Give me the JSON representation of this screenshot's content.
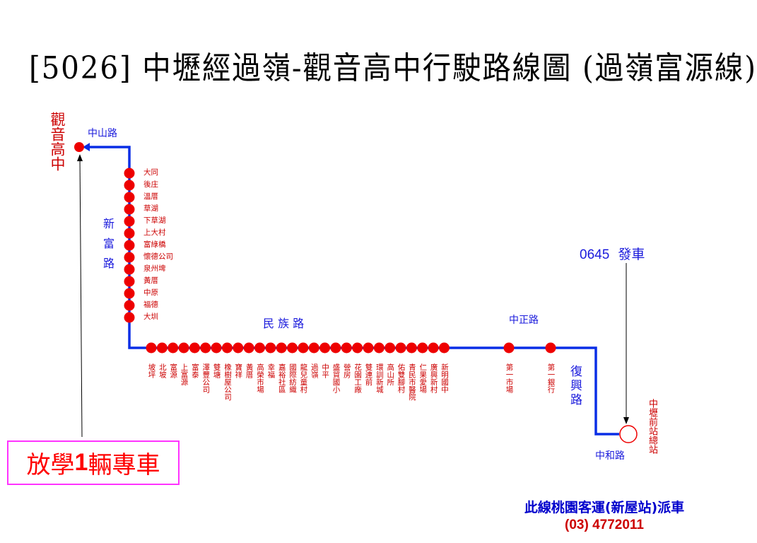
{
  "title": "[5026] 中壢經過嶺-觀音高中行駛路線圖 (過嶺富源線)",
  "terminal_start": "觀音高中",
  "terminal_end": "中壢前站總站",
  "roads": {
    "zhongshan": "中山路",
    "xinfu": "新富路",
    "minzu": "民 族 路",
    "zhongzheng": "中正路",
    "fuxing": "復興路",
    "zhonghe": "中和路"
  },
  "departure": {
    "time": "0645",
    "label": "發車"
  },
  "special_note": {
    "prefix": "放學",
    "count": "1",
    "suffix": "輛專車"
  },
  "operator_note": "此線桃園客運(新屋站)派車",
  "phone": "(03) 4772011",
  "vertical_stops": [
    "大同",
    "後庄",
    "溫厝",
    "草湖",
    "下草湖",
    "上大村",
    "富綠橋",
    "懷德公司",
    "泉州埤",
    "黃厝",
    "中原",
    "福德",
    "大圳"
  ],
  "horizontal_stops": [
    "坡坪",
    "北坡",
    "富源",
    "上富源",
    "富泰",
    "澤豐公司",
    "雙塘",
    "橡樹屋公司",
    "寶祥",
    "黃厝",
    "高榮市場",
    "幸福",
    "嘉裕社區",
    "國際紡織",
    "龍兒童村",
    "過嶺",
    "中平",
    "盛貿國小",
    "營房",
    "花園工廠",
    "雙連前",
    "環訓新城",
    "高山所",
    "佑雙腳村",
    "青民市醫院",
    "仁果愛場",
    "廣興新村",
    "新明國中"
  ],
  "horizontal_stops_display": [
    "坡坪",
    "北坡",
    "富源",
    "上富源",
    "富泰",
    "澤豐公司",
    "雙塘",
    "橡樹屋公司",
    "寶祥",
    "黃厝",
    "高榮市場",
    "幸福",
    "嘉裕社區",
    "國際紡織",
    "龍兒童村",
    "過嶺",
    "中平",
    "盛貿國小",
    "營房",
    "花園工廠",
    "雙連前",
    "環訓新城",
    "高山所",
    "佑雙腳村",
    "青民市醫院",
    "仁果愛場",
    "廣興新村",
    "新明國中"
  ],
  "zhongzheng_stops": [
    "第一市場",
    "第一銀行"
  ],
  "colors": {
    "route": "#0a2ee6",
    "stop": "#ee0000",
    "label": "#cc0000",
    "road": "#1a1adc",
    "box": "#ff33ff"
  }
}
